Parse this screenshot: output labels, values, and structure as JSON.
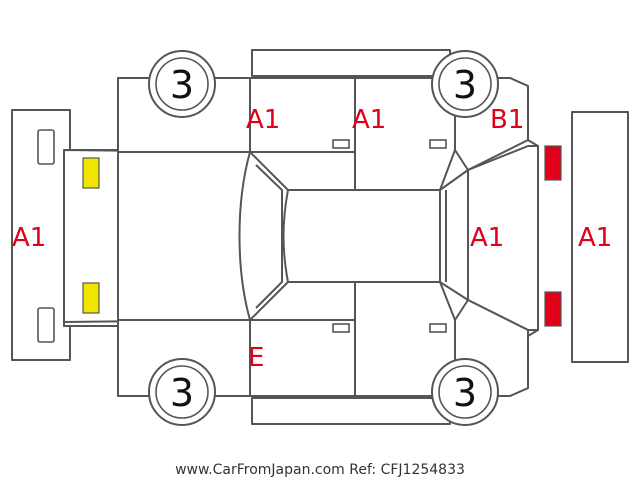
{
  "colors": {
    "code_text": "#e0001a",
    "warning_yellow": "#f2e600",
    "alert_red": "#e0001a"
  },
  "wheels": {
    "front_left": "3",
    "rear_left": "3",
    "front_right": "3",
    "rear_right": "3"
  },
  "codes": {
    "front_bumper": "A1",
    "front_door_left": "A1",
    "rear_door_left": "A1",
    "rear_quarter_left": "B1",
    "tailgate": "A1",
    "rear_bumper": "A1",
    "front_door_right": "E"
  },
  "footer": "www.CarFromJapan.com Ref: CFJ1254833"
}
